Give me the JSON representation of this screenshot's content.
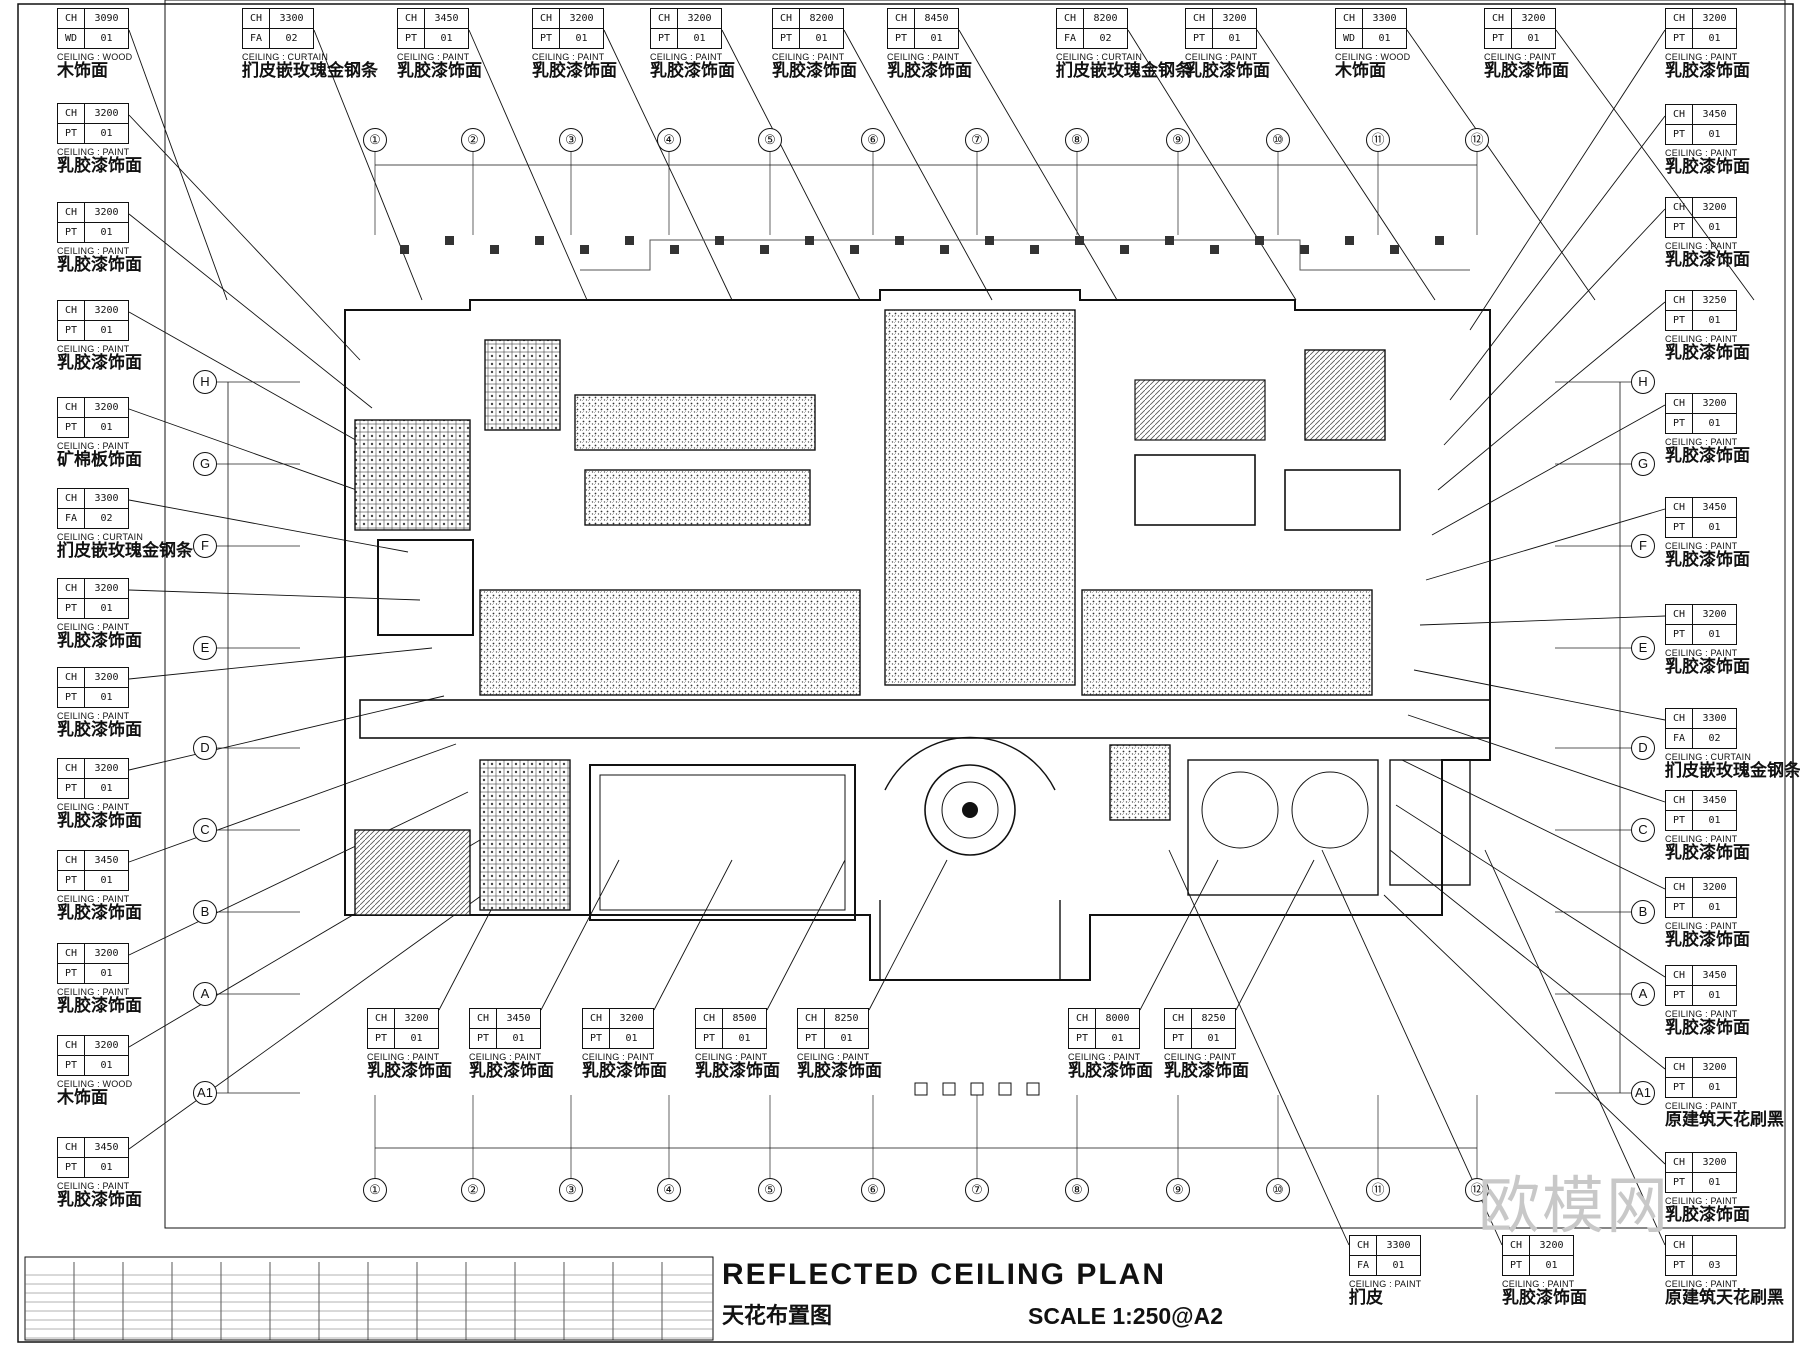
{
  "title": {
    "en": "REFLECTED CEILING PLAN",
    "zh": "天花布置图",
    "scale": "SCALE 1:250@A2"
  },
  "watermark": "欧模网",
  "grid_columns": [
    "①",
    "②",
    "③",
    "④",
    "⑤",
    "⑥",
    "⑦",
    "⑧",
    "⑨",
    "⑩",
    "⑪",
    "⑫"
  ],
  "grid_rows": [
    "H",
    "G",
    "F",
    "E",
    "D",
    "C",
    "B",
    "A",
    "A1"
  ],
  "tags_top": [
    {
      "ch": "3090",
      "code": "WD",
      "num": "01",
      "spec": "CEILING : WOOD",
      "name": "木饰面"
    },
    {
      "ch": "3300",
      "code": "FA",
      "num": "02",
      "spec": "CEILING : CURTAIN",
      "name": "扪皮嵌玫瑰金钢条"
    },
    {
      "ch": "3450",
      "code": "PT",
      "num": "01",
      "spec": "CEILING : PAINT",
      "name": "乳胶漆饰面"
    },
    {
      "ch": "3200",
      "code": "PT",
      "num": "01",
      "spec": "CEILING : PAINT",
      "name": "乳胶漆饰面"
    },
    {
      "ch": "3200",
      "code": "PT",
      "num": "01",
      "spec": "CEILING : PAINT",
      "name": "乳胶漆饰面"
    },
    {
      "ch": "8200",
      "code": "PT",
      "num": "01",
      "spec": "CEILING : PAINT",
      "name": "乳胶漆饰面"
    },
    {
      "ch": "8450",
      "code": "PT",
      "num": "01",
      "spec": "CEILING : PAINT",
      "name": "乳胶漆饰面"
    },
    {
      "ch": "8200",
      "code": "FA",
      "num": "02",
      "spec": "CEILING : CURTAIN",
      "name": "扪皮嵌玫瑰金钢条"
    },
    {
      "ch": "3200",
      "code": "PT",
      "num": "01",
      "spec": "CEILING : PAINT",
      "name": "乳胶漆饰面"
    },
    {
      "ch": "3300",
      "code": "WD",
      "num": "01",
      "spec": "CEILING : WOOD",
      "name": "木饰面"
    },
    {
      "ch": "3200",
      "code": "PT",
      "num": "01",
      "spec": "CEILING : PAINT",
      "name": "乳胶漆饰面"
    }
  ],
  "tag_top_right": {
    "ch": "3200",
    "code": "PT",
    "num": "01",
    "spec": "CEILING : PAINT",
    "name": "乳胶漆饰面"
  },
  "tags_left": [
    {
      "ch": "3200",
      "code": "PT",
      "num": "01",
      "spec": "CEILING : PAINT",
      "name": "乳胶漆饰面"
    },
    {
      "ch": "3200",
      "code": "PT",
      "num": "01",
      "spec": "CEILING : PAINT",
      "name": "乳胶漆饰面"
    },
    {
      "ch": "3200",
      "code": "PT",
      "num": "01",
      "spec": "CEILING : PAINT",
      "name": "乳胶漆饰面"
    },
    {
      "ch": "3200",
      "code": "PT",
      "num": "01",
      "spec": "CEILING : PAINT",
      "name": "矿棉板饰面"
    },
    {
      "ch": "3300",
      "code": "FA",
      "num": "02",
      "spec": "CEILING : CURTAIN",
      "name": "扪皮嵌玫瑰金钢条"
    },
    {
      "ch": "3200",
      "code": "PT",
      "num": "01",
      "spec": "CEILING : PAINT",
      "name": "乳胶漆饰面"
    },
    {
      "ch": "3200",
      "code": "PT",
      "num": "01",
      "spec": "CEILING : PAINT",
      "name": "乳胶漆饰面"
    },
    {
      "ch": "3200",
      "code": "PT",
      "num": "01",
      "spec": "CEILING : PAINT",
      "name": "乳胶漆饰面"
    },
    {
      "ch": "3450",
      "code": "PT",
      "num": "01",
      "spec": "CEILING : PAINT",
      "name": "乳胶漆饰面"
    },
    {
      "ch": "3200",
      "code": "PT",
      "num": "01",
      "spec": "CEILING : PAINT",
      "name": "乳胶漆饰面"
    },
    {
      "ch": "3200",
      "code": "PT",
      "num": "01",
      "spec": "CEILING : WOOD",
      "name": "木饰面"
    },
    {
      "ch": "3450",
      "code": "PT",
      "num": "01",
      "spec": "CEILING : PAINT",
      "name": "乳胶漆饰面"
    }
  ],
  "tags_right": [
    {
      "ch": "3450",
      "code": "PT",
      "num": "01",
      "spec": "CEILING : PAINT",
      "name": "乳胶漆饰面"
    },
    {
      "ch": "3200",
      "code": "PT",
      "num": "01",
      "spec": "CEILING : PAINT",
      "name": "乳胶漆饰面"
    },
    {
      "ch": "3250",
      "code": "PT",
      "num": "01",
      "spec": "CEILING : PAINT",
      "name": "乳胶漆饰面"
    },
    {
      "ch": "3200",
      "code": "PT",
      "num": "01",
      "spec": "CEILING : PAINT",
      "name": "乳胶漆饰面"
    },
    {
      "ch": "3450",
      "code": "PT",
      "num": "01",
      "spec": "CEILING : PAINT",
      "name": "乳胶漆饰面"
    },
    {
      "ch": "3200",
      "code": "PT",
      "num": "01",
      "spec": "CEILING : PAINT",
      "name": "乳胶漆饰面"
    },
    {
      "ch": "3300",
      "code": "FA",
      "num": "02",
      "spec": "CEILING : CURTAIN",
      "name": "扪皮嵌玫瑰金钢条"
    },
    {
      "ch": "3450",
      "code": "PT",
      "num": "01",
      "spec": "CEILING : PAINT",
      "name": "乳胶漆饰面"
    },
    {
      "ch": "3200",
      "code": "PT",
      "num": "01",
      "spec": "CEILING : PAINT",
      "name": "乳胶漆饰面"
    },
    {
      "ch": "3450",
      "code": "PT",
      "num": "01",
      "spec": "CEILING : PAINT",
      "name": "乳胶漆饰面"
    },
    {
      "ch": "3200",
      "code": "PT",
      "num": "01",
      "spec": "CEILING : PAINT",
      "name": "原建筑天花刷黑"
    },
    {
      "ch": "3200",
      "code": "PT",
      "num": "01",
      "spec": "CEILING : PAINT",
      "name": "乳胶漆饰面"
    }
  ],
  "tags_bottom": [
    {
      "ch": "3200",
      "code": "PT",
      "num": "01",
      "spec": "CEILING : PAINT",
      "name": "乳胶漆饰面"
    },
    {
      "ch": "3450",
      "code": "PT",
      "num": "01",
      "spec": "CEILING : PAINT",
      "name": "乳胶漆饰面"
    },
    {
      "ch": "3200",
      "code": "PT",
      "num": "01",
      "spec": "CEILING : PAINT",
      "name": "乳胶漆饰面"
    },
    {
      "ch": "8500",
      "code": "PT",
      "num": "01",
      "spec": "CEILING : PAINT",
      "name": "乳胶漆饰面"
    },
    {
      "ch": "8250",
      "code": "PT",
      "num": "01",
      "spec": "CEILING : PAINT",
      "name": "乳胶漆饰面"
    },
    {
      "ch": "8000",
      "code": "PT",
      "num": "01",
      "spec": "CEILING : PAINT",
      "name": "乳胶漆饰面"
    },
    {
      "ch": "8250",
      "code": "PT",
      "num": "01",
      "spec": "CEILING : PAINT",
      "name": "乳胶漆饰面"
    }
  ],
  "tags_footer": [
    {
      "ch": "3300",
      "code": "FA",
      "num": "01",
      "spec": "CEILING : PAINT",
      "name": "扪皮"
    },
    {
      "ch": "3200",
      "code": "PT",
      "num": "01",
      "spec": "CEILING : PAINT",
      "name": "乳胶漆饰面"
    },
    {
      "ch": "",
      "code": "PT",
      "num": "03",
      "spec": "CEILING : PAINT",
      "name": "原建筑天花刷黑"
    }
  ]
}
